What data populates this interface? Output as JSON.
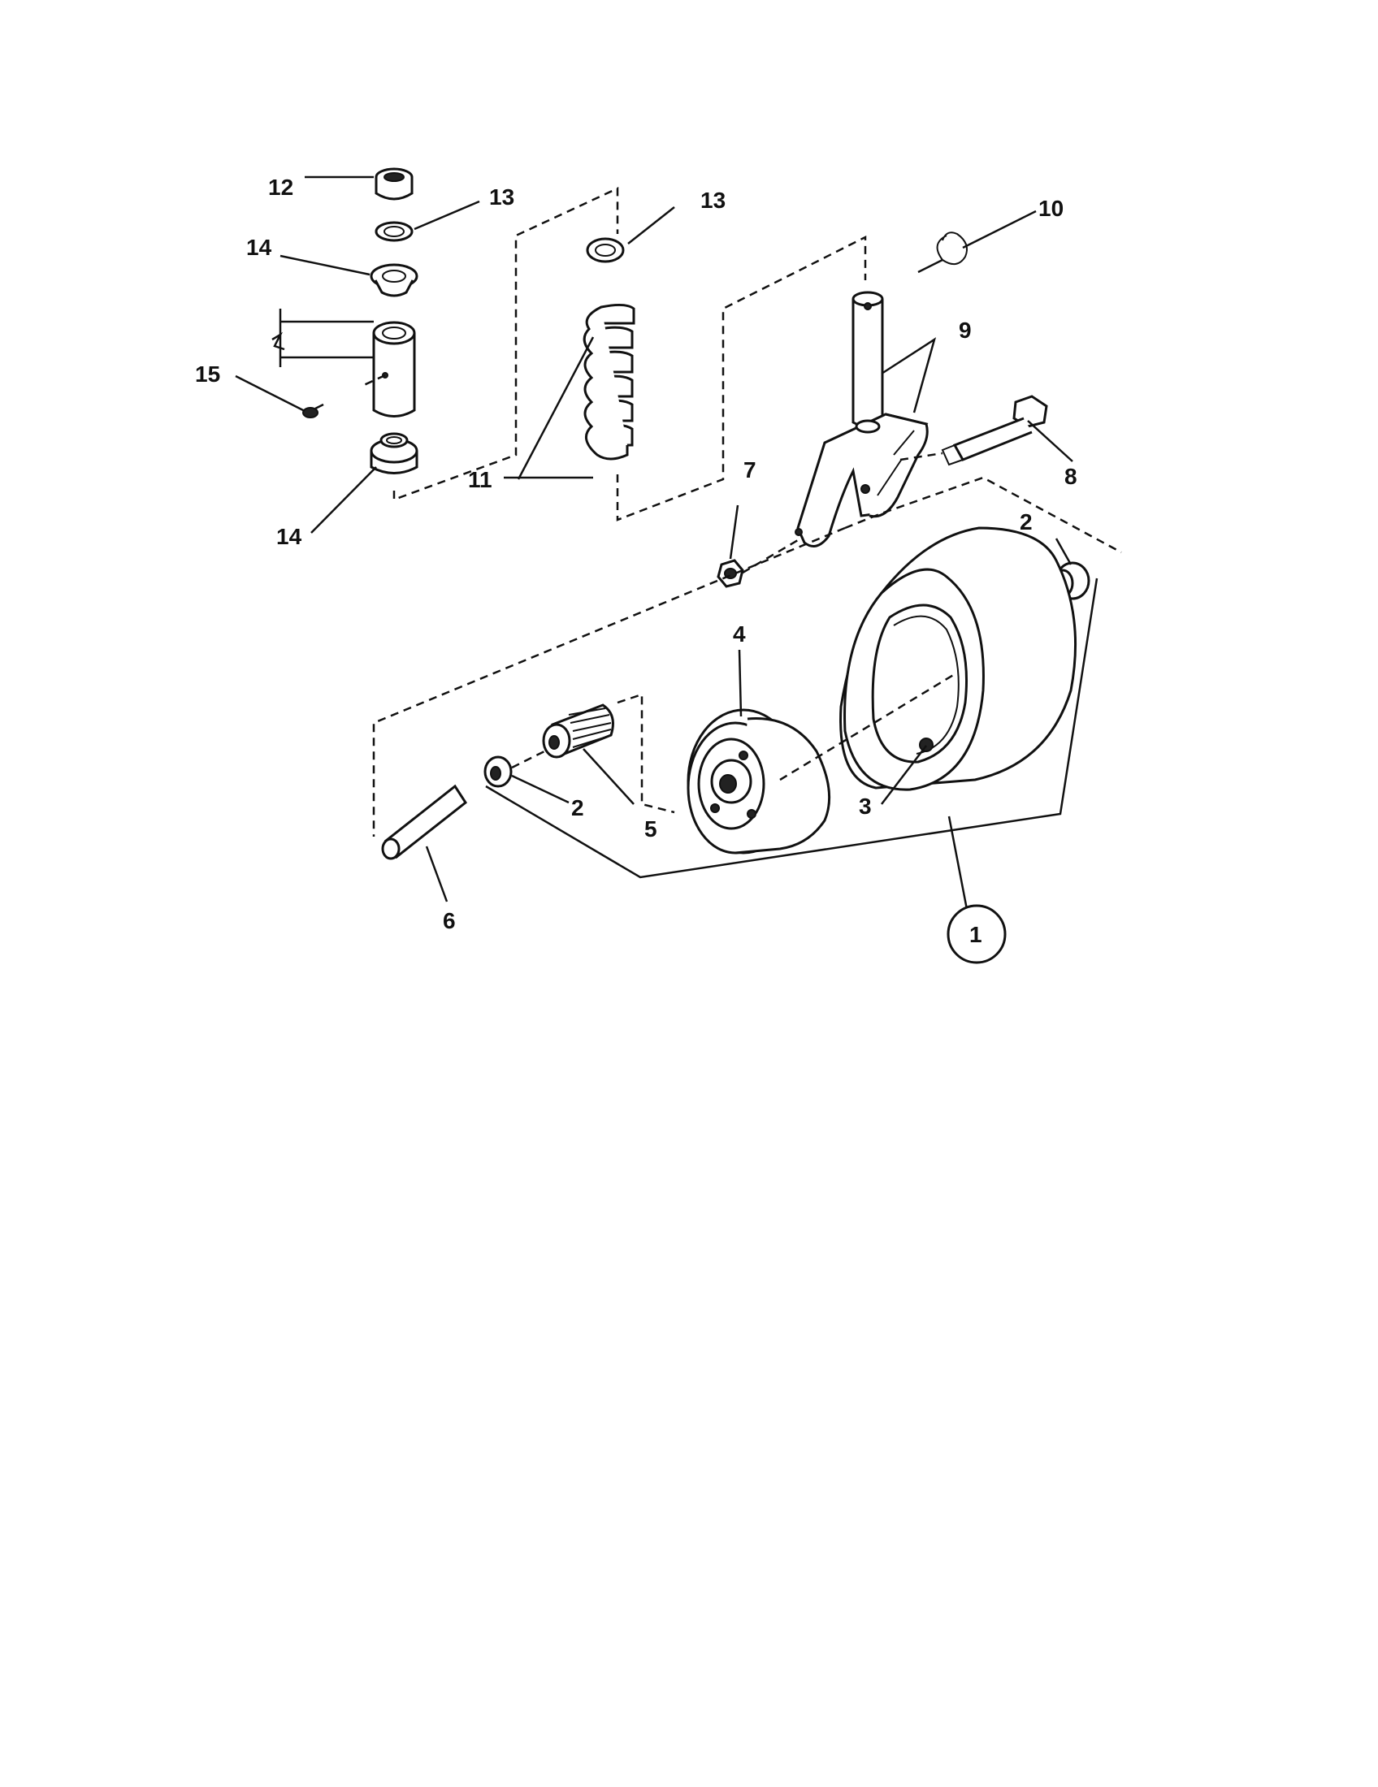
{
  "callouts": {
    "c1": "1",
    "c2a": "2",
    "c2b": "2",
    "c3": "3",
    "c4": "4",
    "c5": "5",
    "c6": "6",
    "c7": "7",
    "c8": "8",
    "c9": "9",
    "c10": "10",
    "c11": "11",
    "c12": "12",
    "c13a": "13",
    "c13b": "13",
    "c14a": "14",
    "c14b": "14",
    "c15": "15"
  }
}
